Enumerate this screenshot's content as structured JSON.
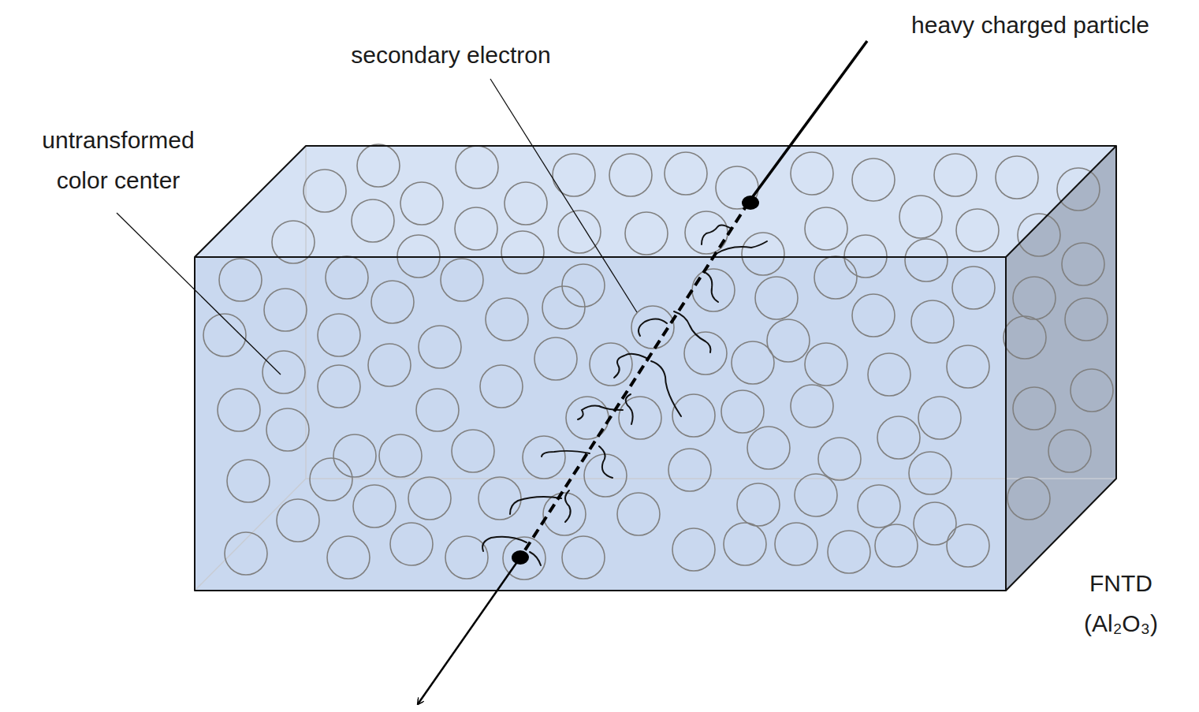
{
  "diagram": {
    "labels": [
      "heavy charged particle",
      "secondary electron",
      "untransformed color center",
      "FNTD (Al₂O₃)"
    ]
  }
}
